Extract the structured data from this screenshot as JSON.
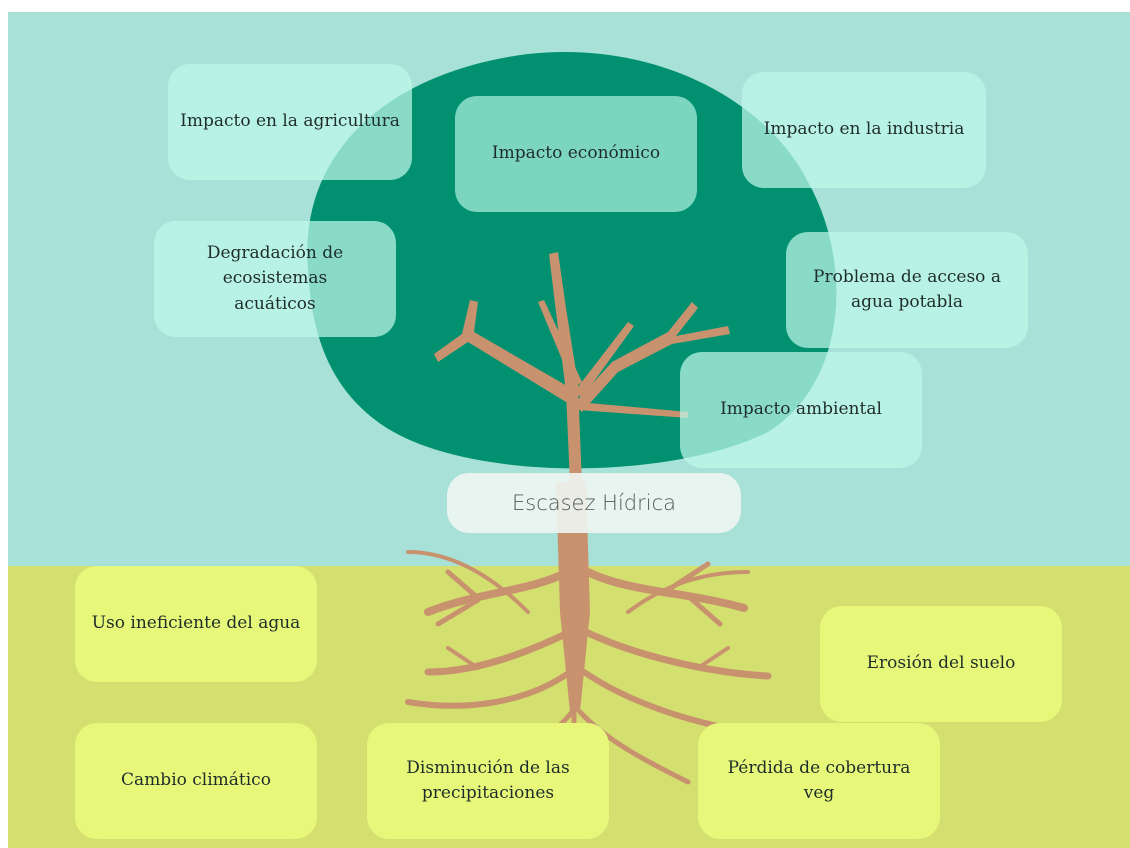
{
  "colors": {
    "sky": "#a8e1d7",
    "ground": "#d3e06f",
    "canopy": "#019170",
    "trunk": "#c8926f",
    "mint_box": "#bef8ea",
    "lime_box": "#e6f77a"
  },
  "center": {
    "label": "Escasez Hídrica"
  },
  "effects": [
    "Impacto en la agricultura",
    "Impacto económico",
    "Impacto en la industria",
    "Degradación de ecosistemas acuáticos",
    "Problema de acceso a agua potabla",
    "Impacto ambiental"
  ],
  "causes": [
    "Uso ineficiente del agua",
    "Erosión del suelo",
    "Cambio climático",
    "Disminución de las precipitaciones",
    "Pérdida de cobertura veg"
  ]
}
